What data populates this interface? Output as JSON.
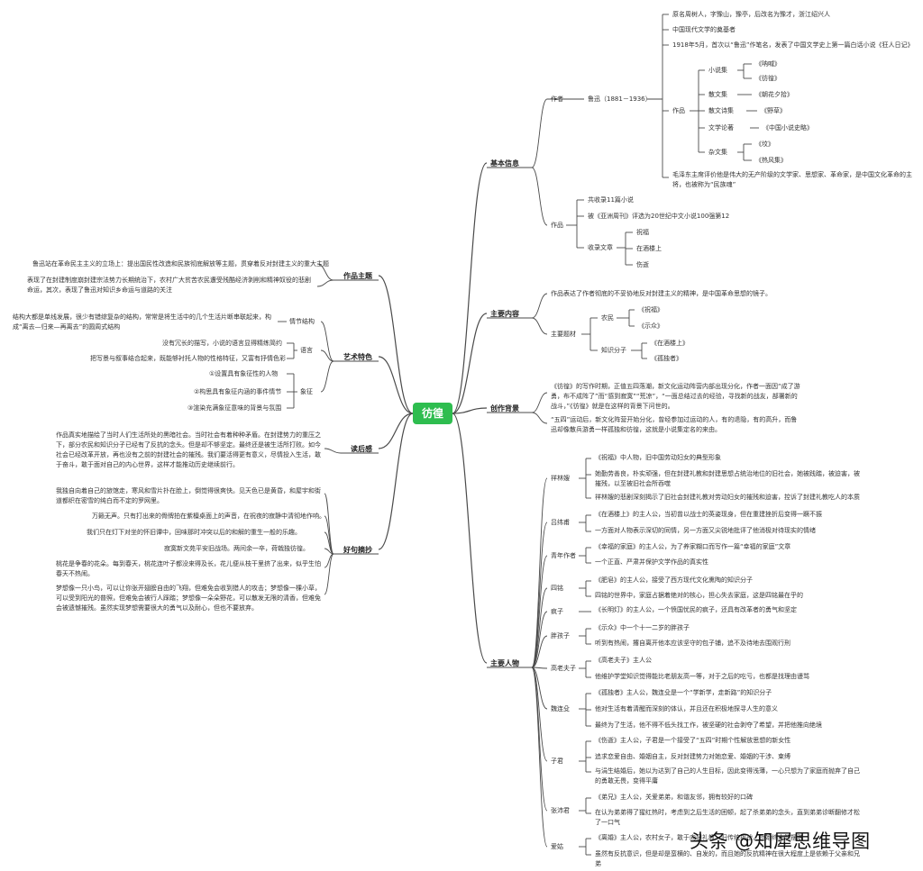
{
  "root": "彷徨",
  "watermark": "头条 @知犀思维导图",
  "left": {
    "theme": {
      "label": "作品主题",
      "items": [
        "鲁迅站在革命民主主义的立场上：提出国民性改造和民族彻底解放等主题，贯穿着反对封建主义的重大主题",
        "表现了在封建制度崩封建宗法势力长期统治下，农村广大贫苦农民遭受残酷经济剥削和精神奴役的悲剧命运，其次，表现了鲁迅对知识乡命运与道路的关注"
      ]
    },
    "art": {
      "label": "艺术特色",
      "plot": {
        "label": "情节结构",
        "item": "结构大都是单线发展，很少有错综复杂的结构，常常是将生活中的几个生活片断串联起来，构成“离去—归来—再离去”的圆周式结构"
      },
      "language": {
        "label": "语言",
        "items": [
          "没有冗长的描写，小说的语言显得精练简约",
          "把写景与叙事结合起来，既能够衬托人物的性格特征，又富有抒情色彩"
        ]
      },
      "symbol": {
        "label": "象征",
        "items": [
          "①设置具有象征性的人物",
          "②构思具有象征内涵的事件情节",
          "③渲染充满象征意味的背景与氛围"
        ]
      }
    },
    "review": {
      "label": "读后感",
      "item": "作品真实地描绘了当时人们生活所处的黑暗社会。当时社会有着种种矛盾。在封建势力的重压之下，部分农民和知识分子已经有了反抗的念头。但是却不够坚定。最终还是被生活所打败。如今社会已经改革开放，再也没有之前的封建社会的摧残。我们要活得更有意义，尽情投入生活，敢于奋斗，敢于面对自己的内心世界，这样才能推动历史继续前行。"
    },
    "quotes": {
      "label": "好句摘抄",
      "items": [
        "我独自向着自己的旅馆走，寒风和雪片扑在脸上，倒觉得很爽快。见天色已是黄昏，和屋宇和街道都织在密雪的纯白而不定的罗网里。",
        "万籁无声。只有打出来的骨牌拍在紫檀桌面上的声音，在祝夜的寂静中清彻地作响。",
        "我们只在灯下对坐的怀旧谭中，回味那时冲突以后的和解的重生一般的乐趣。",
        "寂寞新文苑平安旧战场。两间余一卒，荷戟独彷徨。",
        "桃花是争春的花朵。每到春天，桃花连叶子都没来得及长，花儿便从枝干里挤了出来，似乎生怕春天不热闹。",
        "梦想像一只小鸟，可以让你张开翅膀自由的飞翔，但难免会收到猎人的攻击；梦想像一棵小草，可以受到阳光的普照，但难免会被行人踩踏；梦想像一朵朵野花，可以散发无限的清香，但难免会被遗憾摧残。虽然实现梦想需要很大的勇气以及耐心，但也不要放弃。"
      ]
    }
  },
  "right": {
    "basic": {
      "label": "基本信息",
      "author": {
        "label": "作者",
        "name": "鲁迅（1881－1936）",
        "facts": [
          "原名周树人，字豫山，豫亭，后改名为豫才，浙江绍兴人",
          "中国现代文学的奠基者",
          "1918年5月，首次以“鲁迅”作笔名，发表了中国文学史上第一篇白话小说《狂人日记》"
        ],
        "works": {
          "label": "作品",
          "groups": [
            {
              "label": "小说集",
              "items": [
                "《呐喊》",
                "《彷徨》"
              ]
            },
            {
              "label": "散文集",
              "items": [
                "《朝花夕拾》"
              ]
            },
            {
              "label": "散文诗集",
              "items": [
                "《野草》"
              ]
            },
            {
              "label": "文学论著",
              "items": [
                "《中国小说史略》"
              ]
            },
            {
              "label": "杂文集",
              "items": [
                "《坟》",
                "《热风集》"
              ]
            }
          ]
        },
        "mao": "毛泽东主席评价他是伟大的无产阶级的文学家、思想家、革命家，是中国文化革命的主将，也被称为“民族魂”"
      },
      "book": {
        "label": "作品",
        "items": [
          "共收录11篇小说",
          "被《亚洲周刊》评选为20世纪中文小说100强第12"
        ],
        "selection": {
          "label": "收录文章",
          "items": [
            "祝福",
            "在酒楼上",
            "伤逝"
          ]
        }
      }
    },
    "content": {
      "label": "主要内容",
      "summary": "作品表达了作者彻底的不妥协地反对封建主义的精神，是中国革命思想的镜子。",
      "topic": {
        "label": "主要题材",
        "peasant": {
          "label": "农民",
          "items": [
            "《祝福》",
            "《示众》"
          ]
        },
        "intellectual": {
          "label": "知识分子",
          "items": [
            "《在酒楼上》",
            "《孤独者》"
          ]
        }
      }
    },
    "background": {
      "label": "创作背景",
      "items": [
        "《彷徨》的写作时期，正值五四落潮，新文化运动阵营内部出现分化，作者一面因“成了游勇，布不成阵了”而“感到寂寞”“荒凉”，“一面总结过去的经验，寻找新的战友，部署新的战斗，”《彷徨》就是在这样的背景下问世的。",
        "“五四”运动后，新文化阵营开始分化，曾经参加过运动的人，有的退隐，有的高升，而鲁迅却像散兵游勇一样孤独和彷徨，这就是小说集定名的来由。"
      ]
    },
    "characters": {
      "label": "主要人物",
      "list": [
        {
          "name": "祥林嫂",
          "items": [
            "《祝福》中人物，旧中国劳动妇女的典型形象",
            "她勤劳善良，朴实顽强，但在封建礼教和封建思想占统治地位的旧社会，她被践踏，被迫害，被摧残，以至被旧社会所吞噬",
            "祥林嫂的悲剧深刻揭示了旧社会封建礼教对劳动妇女的摧残和迫害，控诉了封建礼教吃人的本质"
          ]
        },
        {
          "name": "吕纬甫",
          "items": [
            "《在酒楼上》的主人公，当初曾以战士的英姿现身，但在重建挫折后变得一蹶不振",
            "一方面对人物表示深切的同情，另一方面又尖锐地批评了他消极对待现实的情绪"
          ]
        },
        {
          "name": "青年作者",
          "items": [
            "《幸福的家庭》的主人公，为了养家糊口而写作一篇“幸福的家庭”文章",
            "一个正直、严肃并保护文学作品的真实性"
          ]
        },
        {
          "name": "四铭",
          "items": [
            "《肥皂》的主人公，接受了西方现代文化熏陶的知识分子",
            "四铭的世界中，家庭占据着绝对的核心，担心失去家庭，这是四铭最在乎的"
          ]
        },
        {
          "name": "疯子",
          "items": [
            "《长明灯》的主人公，一个愤国忧民的疯子，还具有改革者的勇气和坚定"
          ]
        },
        {
          "name": "胖孩子",
          "items": [
            "《示众》中一个十一二岁的胖孩子",
            "听到有热闹，撂自离开他本应该坚守的包子铺，追不及待地去围观行刑"
          ]
        },
        {
          "name": "高老夫子",
          "items": [
            "《高老夫子》主人公",
            "他维护学堂知识觉得能比老朋友高一等，对于之后的吃亏，也都是找理由谩骂"
          ]
        },
        {
          "name": "魏连殳",
          "items": [
            "《孤独者》主人公，魏连殳是一个“学新学，走新路”的知识分子",
            "他对生活有着清醒而深刻的体认，并且还在积极地探寻人生的意义",
            "最终为了生活，他不得不低头找工作，被坚硬的社会剥夺了希望，并把他推向绝境"
          ]
        },
        {
          "name": "子君",
          "items": [
            "《伤逝》主人公，子君是一个接受了“五四”时期个性解放思想的新女性",
            "追求恋爱自由、婚姻自主，反对封建势力对她恋爱、婚姻的干涉、束缚",
            "与涓生结婚后，她以为达到了自己的人生目标，因此变得浅薄，一心只想为了家庭而抛弃了自己的勇敢无畏，变得平庸"
          ]
        },
        {
          "name": "张沛君",
          "items": [
            "《弟兄》主人公，关爱弟弟，和谐友邻，拥有较好的口碑",
            "在认为弟弟得了猩红热时，考虑到之后生活的困顿，起了杀弟弟的念头，直到弟弟诊断翻修才松了一口气"
          ]
        },
        {
          "name": "爱姑",
          "items": [
            "《离婚》主人公，农村女子，敢于向旧礼教、旧传统挑战，但始终未能摆脱",
            "虽然有反抗意识，但是却是蛮横的、自发的，而且她的反抗精神在很大程度上是依赖于父亲和兄弟"
          ]
        }
      ]
    }
  }
}
